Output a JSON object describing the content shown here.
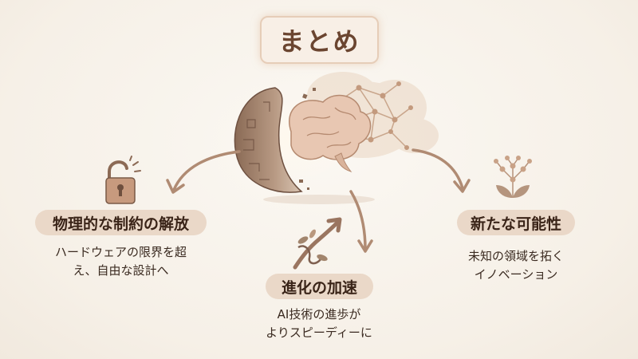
{
  "title": "まとめ",
  "left": {
    "heading": "物理的な制約の解放",
    "desc_line1": "ハードウェアの限界を超",
    "desc_line2": "え、自由な設計へ",
    "icon": "unlocked-padlock-icon"
  },
  "center": {
    "heading": "進化の加速",
    "desc_line1": "AI技術の進歩が",
    "desc_line2": "よりスピーディーに",
    "icon": "growth-arrow-vine-icon"
  },
  "right": {
    "heading": "新たな可能性",
    "desc_line1": "未知の領域を拓く",
    "desc_line2": "イノベーション",
    "icon": "network-sprout-icon"
  },
  "illustration": "brain-breaking-out-of-shell",
  "colors": {
    "pill": "#ead8c8",
    "accent": "#a47a5e",
    "arrow": "#b08b73"
  }
}
